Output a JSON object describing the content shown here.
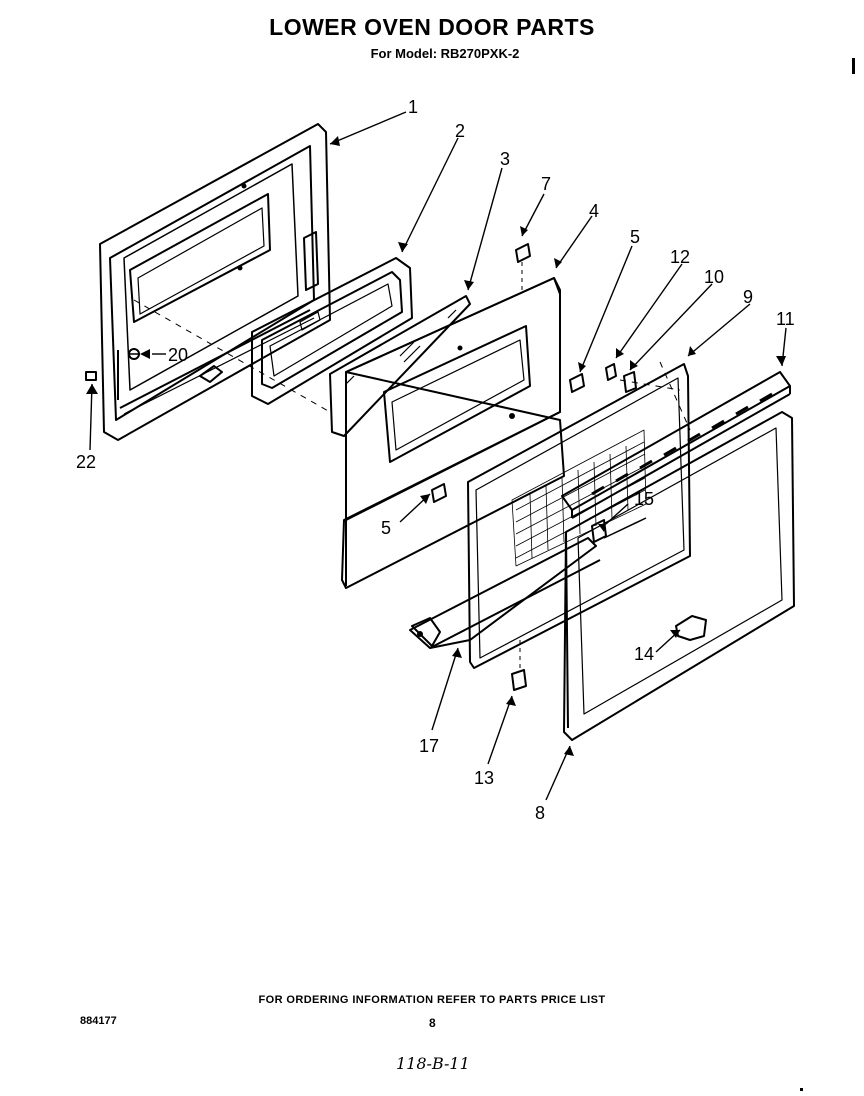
{
  "header": {
    "title": "LOWER OVEN DOOR PARTS",
    "model_line": "For Model: RB270PXK-2"
  },
  "callouts": {
    "c1": "1",
    "c2": "2",
    "c3": "3",
    "c4": "4",
    "c5a": "5",
    "c5b": "5",
    "c7": "7",
    "c8": "8",
    "c9": "9",
    "c10": "10",
    "c11": "11",
    "c12": "12",
    "c13": "13",
    "c14": "14",
    "c15": "15",
    "c17": "17",
    "c20": "20",
    "c22": "22"
  },
  "footer": {
    "ordering_note": "FOR ORDERING INFORMATION REFER TO PARTS PRICE LIST",
    "document_number": "884177",
    "page_number": "8",
    "handwritten_note": "118-B-11"
  }
}
